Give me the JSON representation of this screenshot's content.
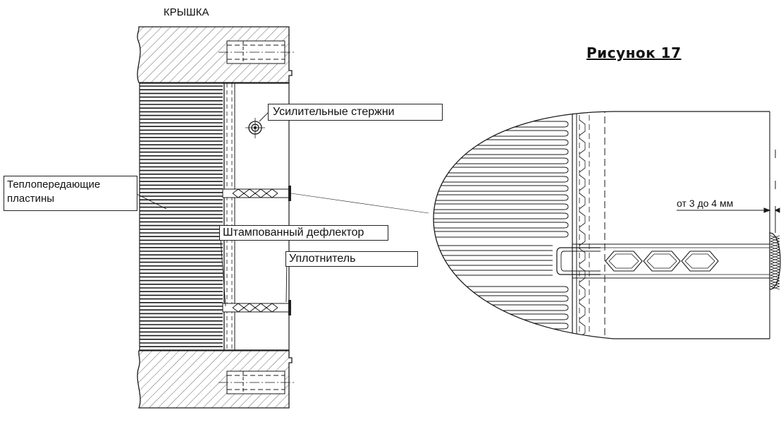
{
  "labels": {
    "cover": "КРЫШКА",
    "figure": "Рисунок 17",
    "rods": "Усилительные стержни",
    "plates": "Теплопередающие пластины",
    "deflector": "Штампованный дефлектор",
    "seal": "Уплотнитель",
    "gap": "от 3 до 4 мм"
  },
  "colors": {
    "line": "#1a1a1a",
    "hatch": "#555555",
    "paper": "#ffffff"
  }
}
